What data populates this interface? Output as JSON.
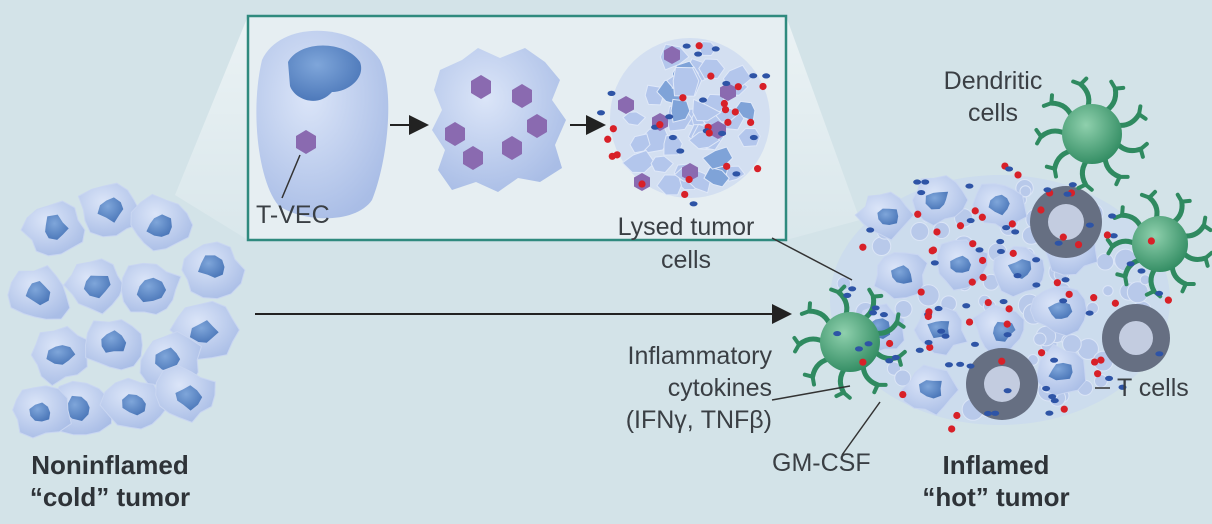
{
  "inset": {
    "agent_label": "T-VEC",
    "lysed_label_line1": "Lysed tumor",
    "lysed_label_line2": "cells"
  },
  "cold_tumor": {
    "line1": "Noninflamed",
    "line2": "“cold” tumor"
  },
  "hot_tumor": {
    "line1": "Inflamed",
    "line2": "“hot” tumor"
  },
  "labels": {
    "dendritic_line1": "Dendritic",
    "dendritic_line2": "cells",
    "t_cells": "T cells",
    "cytokines_line1": "Inflammatory",
    "cytokines_line2": "cytokines",
    "cytokines_line3": "(IFNγ, TNFβ)",
    "gmcsf": "GM-CSF"
  },
  "colors": {
    "background": "#d3e3e8",
    "tumor_cell": "#b7c9ec",
    "nucleus": "#5b86c4",
    "virus": "#8a6ab0",
    "dendritic": "#3f9a72",
    "t_cell": "#6b7486",
    "red_dot": "#d82028",
    "blue_dot": "#2e54a6",
    "inset_border": "#2f8a7e"
  }
}
